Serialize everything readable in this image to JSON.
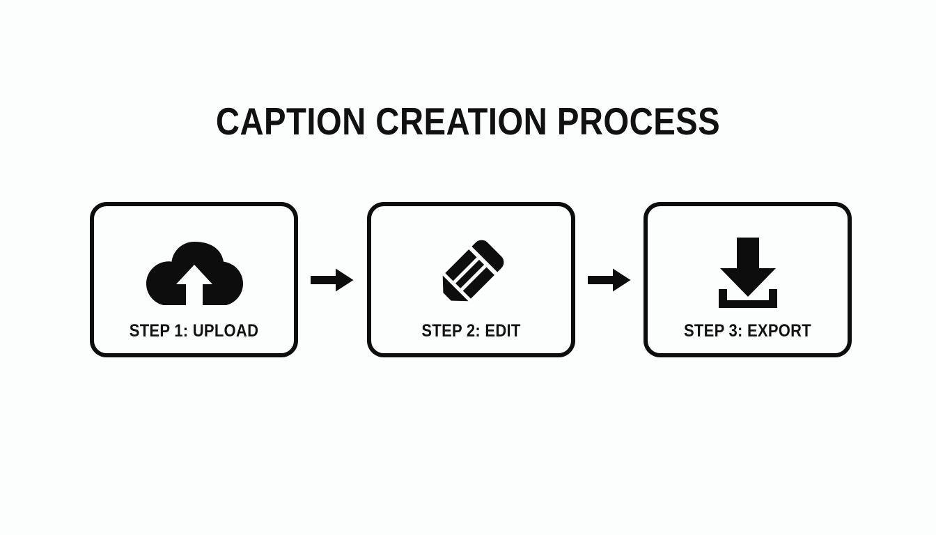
{
  "page": {
    "title": "CAPTION CREATION PROCESS",
    "background_color": "#fcfdfd",
    "ink_color": "#0d0d0d"
  },
  "flow": {
    "steps": [
      {
        "label": "STEP 1: UPLOAD",
        "icon": "cloud-upload-icon"
      },
      {
        "label": "STEP 2: EDIT",
        "icon": "pencil-icon"
      },
      {
        "label": "STEP 3: EXPORT",
        "icon": "download-icon"
      }
    ],
    "connectors": [
      {
        "icon": "arrow-right-icon"
      },
      {
        "icon": "arrow-right-icon"
      }
    ]
  }
}
